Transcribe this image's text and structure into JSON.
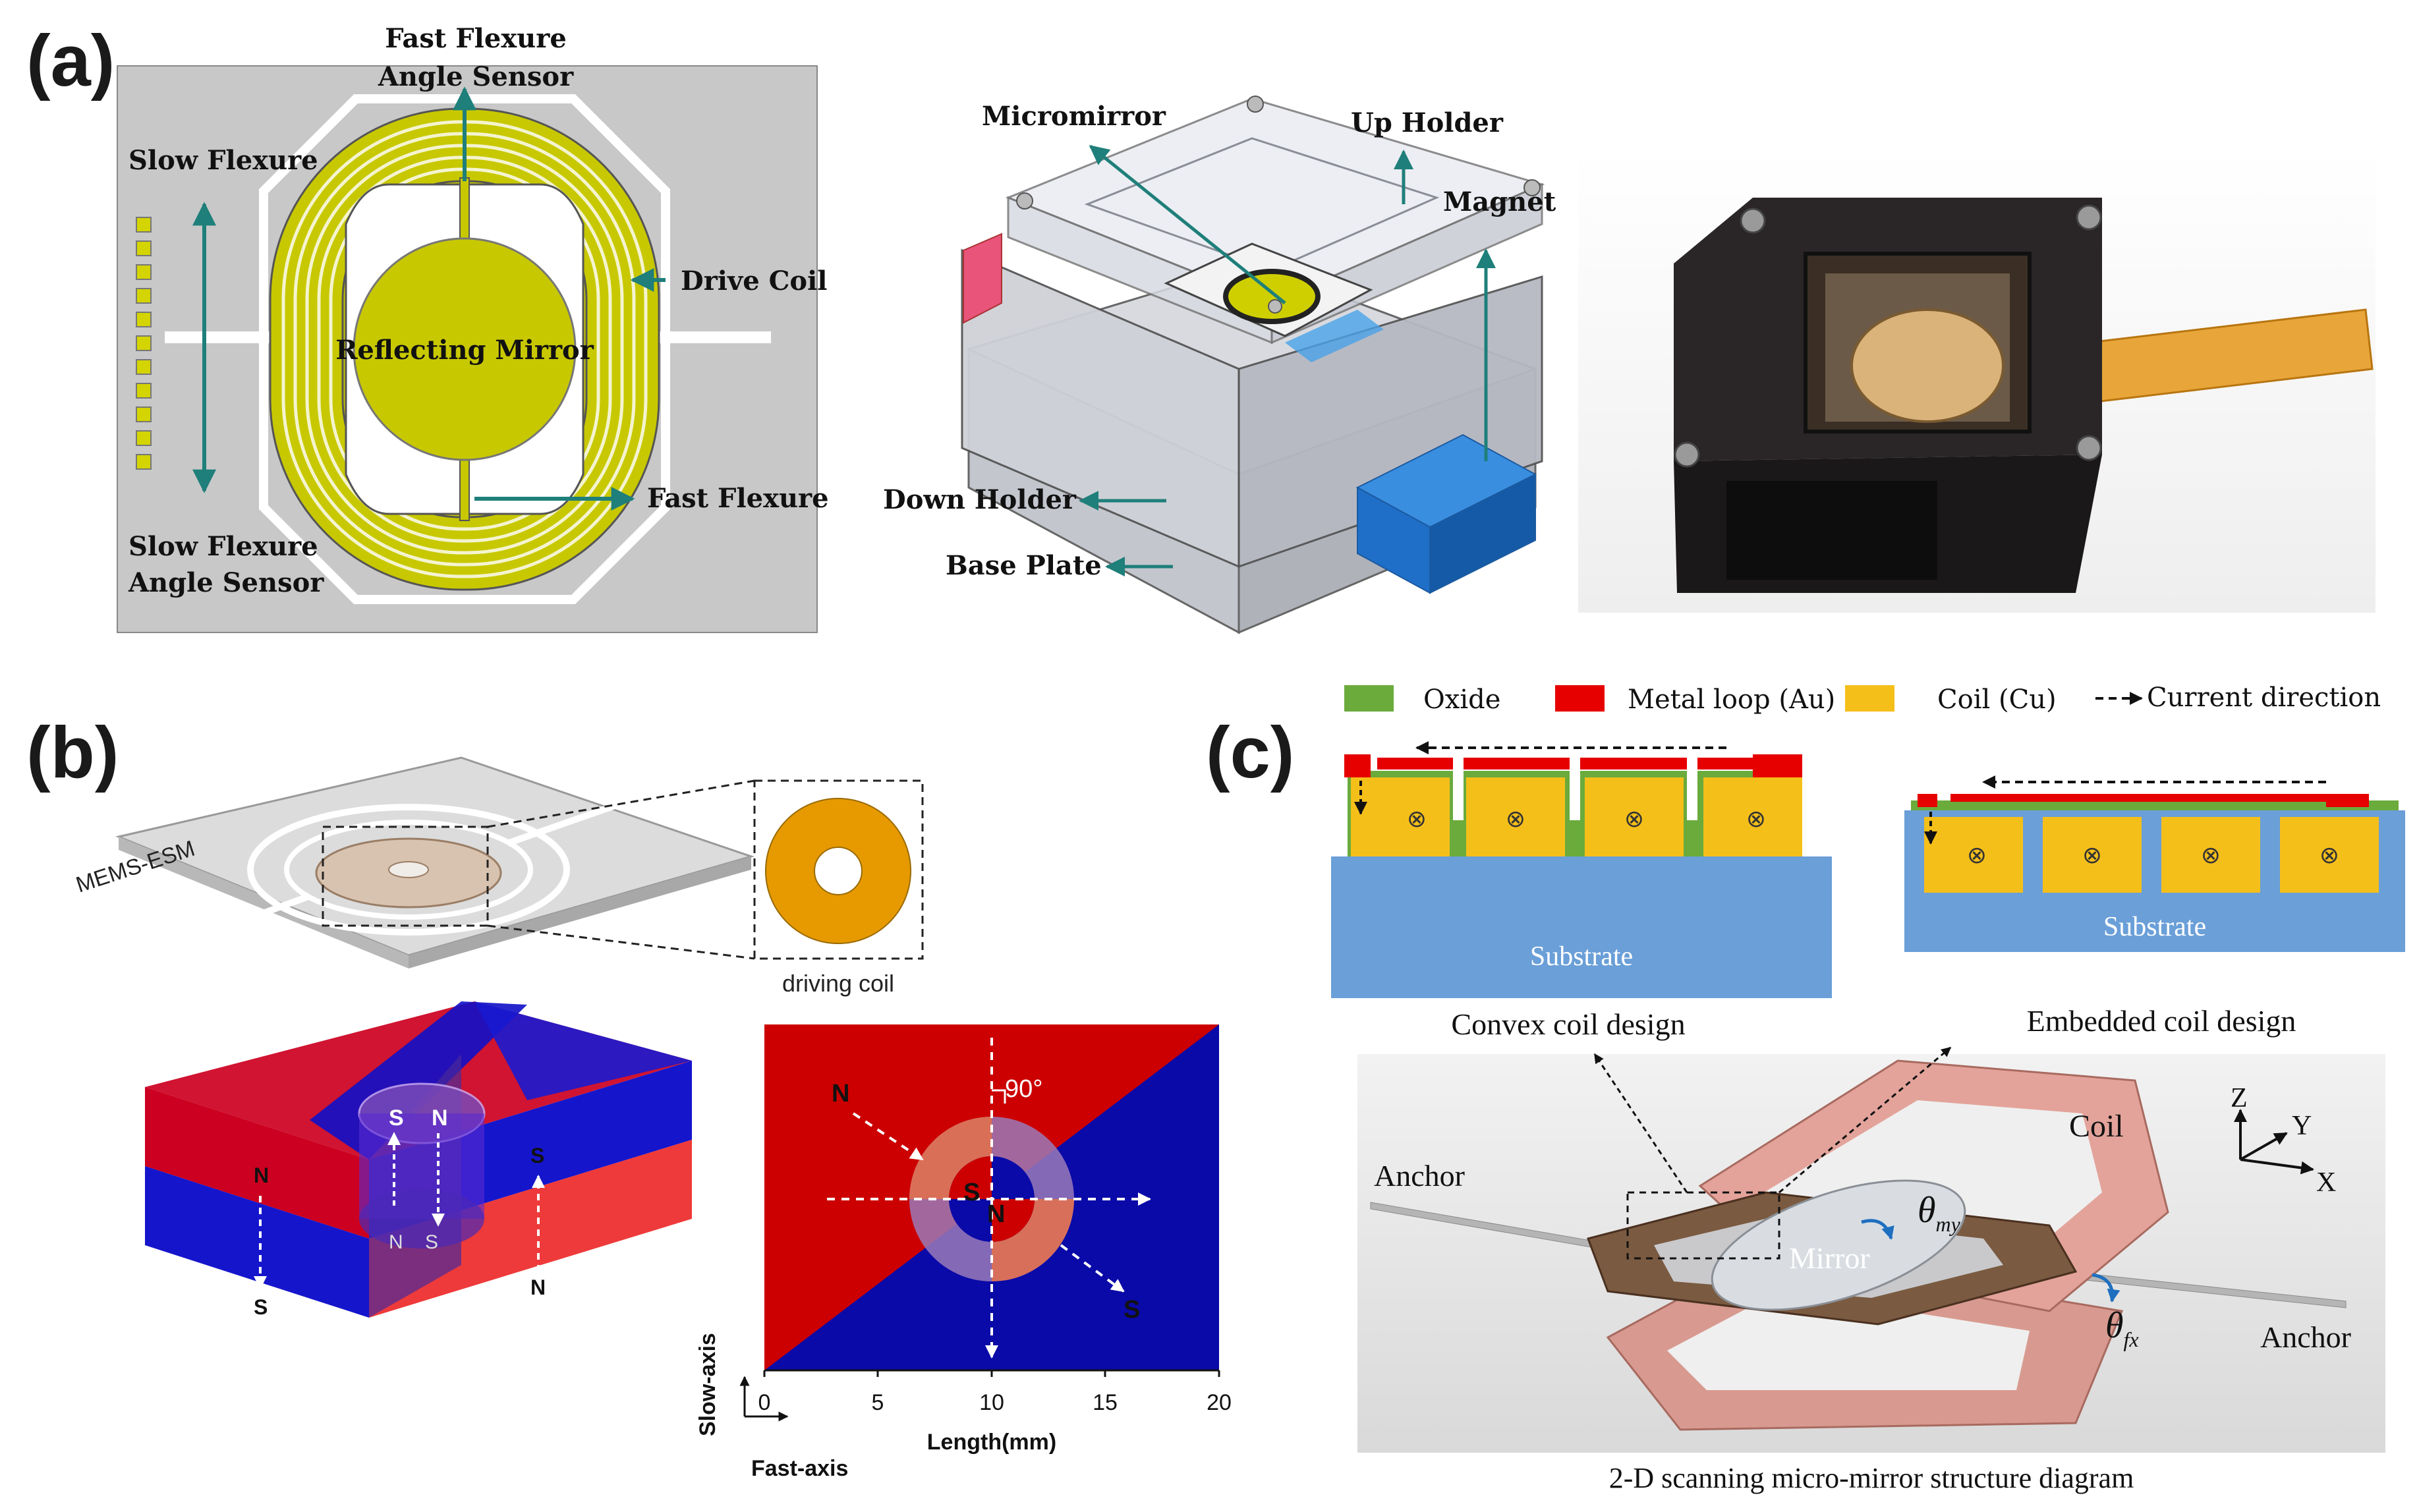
{
  "panels": {
    "a": "(a)",
    "b": "(b)",
    "c": "(c)"
  },
  "panel_a": {
    "left": {
      "fast_flexure_angle_sensor": [
        "Fast Flexure",
        "Angle Sensor"
      ],
      "slow_flexure": "Slow Flexure",
      "drive_coil": "Drive Coil",
      "reflecting_mirror": "Reflecting Mirror",
      "fast_flexure": "Fast Flexure",
      "slow_flexure_angle_sensor": [
        "Slow Flexure",
        "Angle Sensor"
      ]
    },
    "middle": {
      "micromirror": "Micromirror",
      "up_holder": "Up Holder",
      "magnet": "Magnet",
      "down_holder": "Down Holder",
      "base_plate": "Base Plate"
    }
  },
  "panel_b": {
    "mems_esm": "MEMS-ESM",
    "driving_coil": "driving coil",
    "magnet_3d_poles": {
      "s1": "S",
      "n1": "N",
      "n_left": "N",
      "s_left": "S",
      "n_bottom1": "N",
      "s_bottom1": "S",
      "s_right": "S",
      "n_right": "N"
    },
    "field_map": {
      "angle": "90°",
      "n_label": "N",
      "s_label": "S",
      "center_s": "S",
      "center_n": "N",
      "xlabel": "Length(mm)",
      "x_ticks": [
        "0",
        "5",
        "10",
        "15",
        "20"
      ],
      "slow_axis": "Slow-axis",
      "fast_axis": "Fast-axis"
    }
  },
  "panel_c": {
    "legend": {
      "oxide": "Oxide",
      "metal_loop": "Metal loop (Au)",
      "coil": "Coil (Cu)",
      "current": "Current direction"
    },
    "convex": {
      "substrate": "Substrate",
      "caption": "Convex coil design"
    },
    "embedded": {
      "substrate": "Substrate",
      "caption": "Embedded coil design"
    },
    "structure": {
      "coil": "Coil",
      "anchor_left": "Anchor",
      "anchor_right": "Anchor",
      "mirror": "Mirror",
      "theta_my": "θ",
      "theta_my_sub": "my",
      "theta_fx": "θ",
      "theta_fx_sub": "fx",
      "axis_z": "Z",
      "axis_y": "Y",
      "axis_x": "X",
      "caption": "2-D scanning micro-mirror structure diagram"
    },
    "cross_symbol": "⊗"
  },
  "colors": {
    "gray_bg": "#c8c8c8",
    "coil_yellow": "#c8c800",
    "teal_arrow": "#1f7f7a",
    "orange": "#e69a00",
    "red": "#cc0000",
    "blue": "#0a0aa8",
    "oxide_green": "#6aab3c",
    "substrate_blue": "#6a9fd8",
    "coil_cu": "#f5bf1a",
    "metal_red": "#e60000"
  }
}
